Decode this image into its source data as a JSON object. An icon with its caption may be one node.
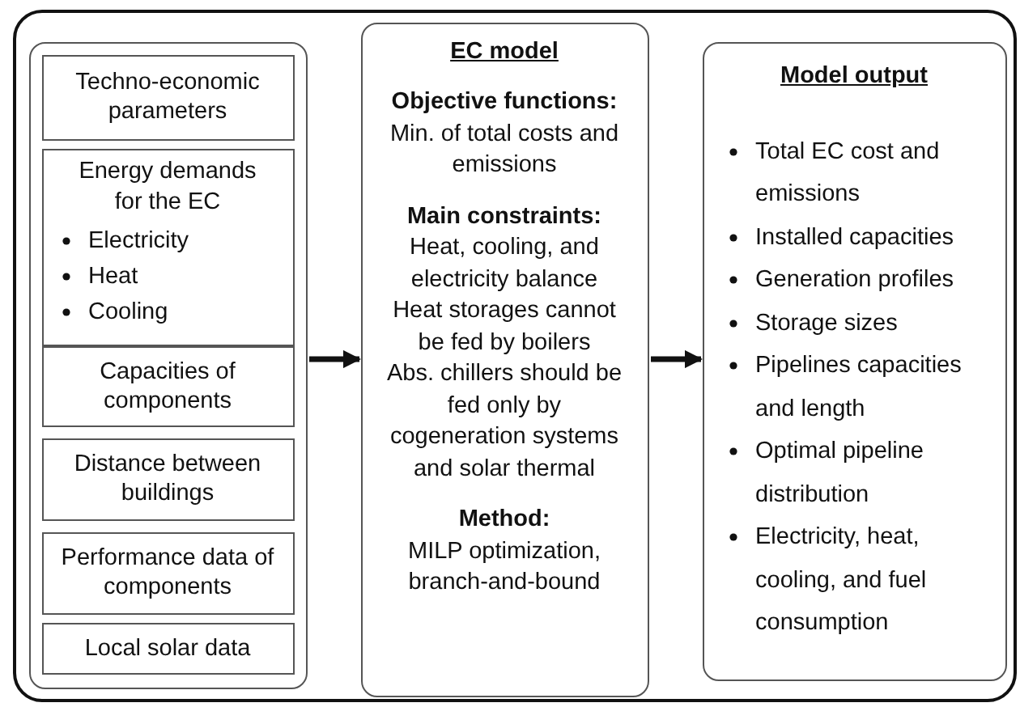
{
  "diagram": {
    "nodes": [
      {
        "text": [],
        "shape": "box"
      },
      {
        "text": [],
        "shape": "box",
        "in": 0
      },
      {
        "text": [
          "Techno-economic parameters"
        ],
        "in": 1
      },
      {
        "text": [
          "Energy demands for the EC",
          "Electricity",
          "Heat",
          "Cooling"
        ],
        "in": 1
      },
      {
        "text": [
          "Capacities of components"
        ],
        "in": 1
      },
      {
        "text": [
          "Distance between buildings"
        ],
        "in": 1
      },
      {
        "text": [
          "Performance data of components"
        ],
        "in": 1
      },
      {
        "text": [
          "Local solar data"
        ],
        "in": 1
      },
      {
        "text": [
          "EC model",
          "Objective functions:",
          "Min. of total costs and emissions",
          "Main constraints:",
          "Heat, cooling, and electricity balance",
          "Heat storages cannot be fed by boilers",
          "Abs. chillers should be fed only by cogeneration systems and solar thermal",
          "Method:",
          "MILP optimization, branch-and-bound"
        ],
        "in": 0
      },
      {
        "text": [
          "Model output",
          "Total EC cost and emissions",
          "Installed capacities",
          "Generation profiles",
          "Storage sizes",
          "Pipelines capacities and length",
          "Optimal pipeline distribution",
          "Electricity, heat, cooling, and fuel consumption"
        ],
        "in": 0
      }
    ],
    "edges": [
      {
        "from": 1,
        "to": 8,
        "arrow": "to"
      },
      {
        "from": 8,
        "to": 9,
        "arrow": "to"
      }
    ]
  }
}
